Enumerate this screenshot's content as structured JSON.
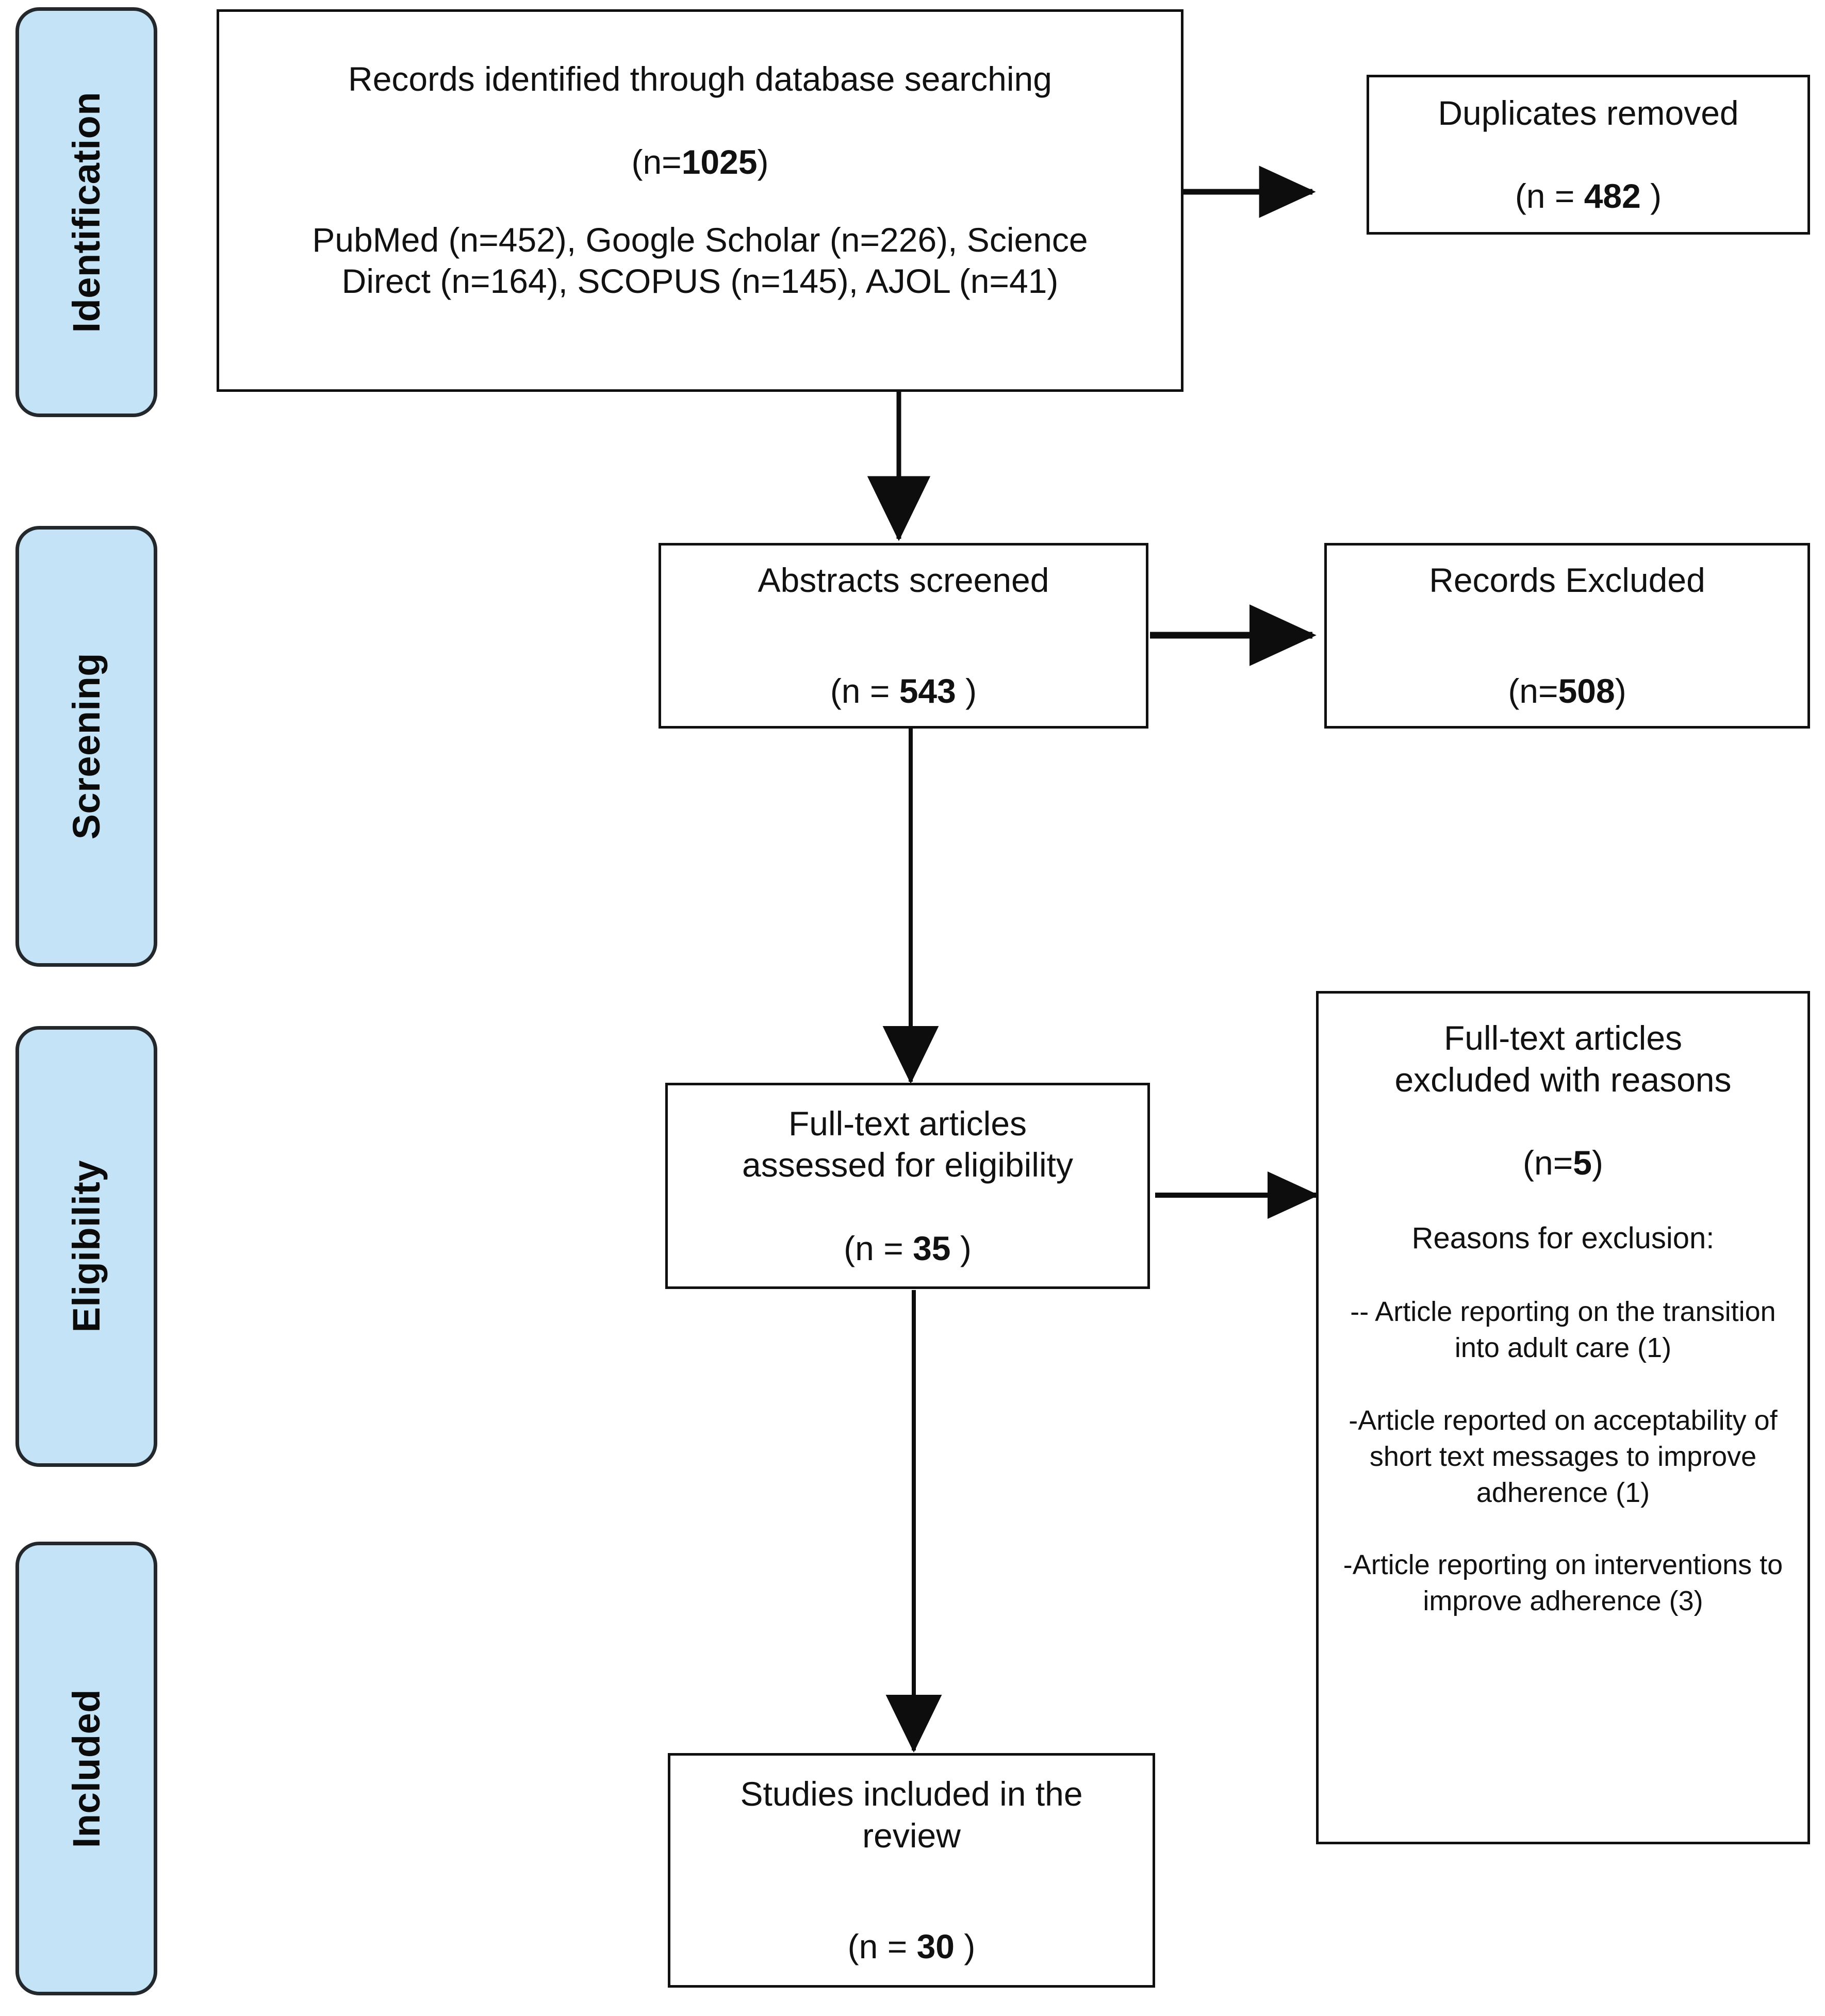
{
  "diagram": {
    "type": "prisma-flow-diagram",
    "stages": [
      {
        "id": "identification",
        "label": "Identification"
      },
      {
        "id": "screening",
        "label": "Screening"
      },
      {
        "id": "eligibility",
        "label": "Eligibility"
      },
      {
        "id": "included",
        "label": "Included"
      }
    ],
    "boxes": {
      "records_identified": {
        "title": "Records identified through database searching",
        "count_prefix": "(n=",
        "count_value": "1025",
        "count_suffix": ")",
        "sources_line_1": "PubMed (n=452), Google Scholar (n=226), Science",
        "sources_line_2": "Direct (n=164), SCOPUS (n=145), AJOL (n=41)",
        "sources": [
          {
            "name": "PubMed",
            "n": 452
          },
          {
            "name": "Google Scholar",
            "n": 226
          },
          {
            "name": "Science Direct",
            "n": 164
          },
          {
            "name": "SCOPUS",
            "n": 145
          },
          {
            "name": "AJOL",
            "n": 41
          }
        ],
        "total": 1025
      },
      "duplicates_removed": {
        "title": "Duplicates removed",
        "count_prefix": "(n = ",
        "count_value": "482",
        "count_suffix": " )",
        "total": 482
      },
      "abstracts_screened": {
        "title": "Abstracts screened",
        "count_prefix": "(n = ",
        "count_value": "543",
        "count_suffix": " )",
        "total": 543
      },
      "records_excluded": {
        "title": "Records Excluded",
        "count_prefix": "(n=",
        "count_value": "508",
        "count_suffix": ")",
        "total": 508
      },
      "fulltext_assessed": {
        "title_line_1": "Full-text articles",
        "title_line_2": "assessed for eligibility",
        "count_prefix": "(n = ",
        "count_value": "35",
        "count_suffix": " )",
        "total": 35
      },
      "fulltext_excluded": {
        "title_line_1": "Full-text articles",
        "title_line_2": "excluded with reasons",
        "count_prefix": "(n=",
        "count_value": "5",
        "count_suffix": ")",
        "total": 5,
        "reasons_heading": "Reasons for exclusion:",
        "reasons": [
          "-- Article reporting on the transition into adult care (1)",
          "-Article reported on acceptability of short text messages to improve adherence (1)",
          "-Article reporting on interventions to improve adherence (3)"
        ]
      },
      "studies_included": {
        "title_line_1": "Studies included in the",
        "title_line_2": "review",
        "count_prefix": "(n = ",
        "count_value": "30",
        "count_suffix": " )",
        "total": 30
      }
    },
    "colors": {
      "stage_fill": "#c5e3f6",
      "stage_border": "#23282c",
      "box_border": "#101010",
      "background": "#ffffff",
      "text": "#000000"
    }
  }
}
